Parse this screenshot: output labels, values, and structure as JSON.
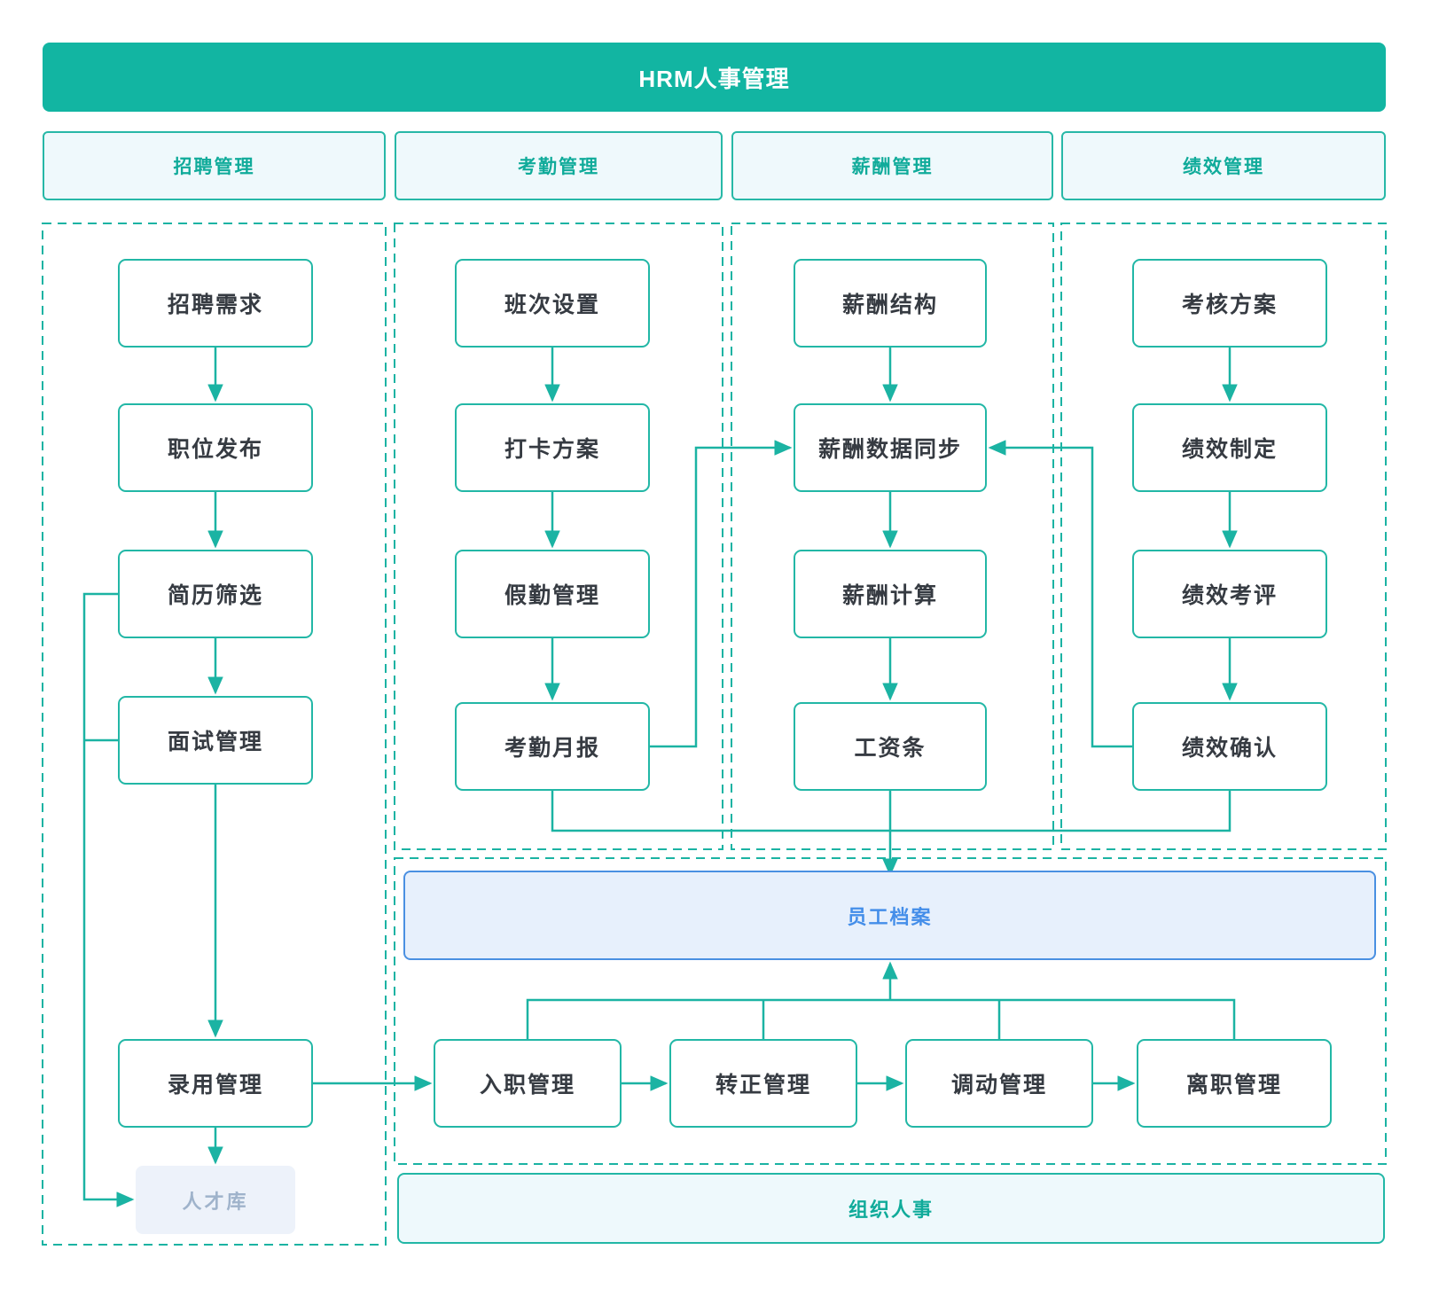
{
  "page_title": "HRM人事管理",
  "colors": {
    "teal_primary": "#12b5a2",
    "teal_line": "#1bb3a3",
    "node_border": "#22b7a6",
    "node_text": "#363b42",
    "section_text": "#10ab9a",
    "section_fill": "#eff9fc",
    "employee_file_border": "#4a90e2",
    "employee_file_fill": "#e7f0fc",
    "employee_file_text": "#448ee9",
    "talent_pool_fill": "#edf2fa",
    "talent_pool_text": "#9fb3cb"
  },
  "sections": [
    {
      "label": "招聘管理"
    },
    {
      "label": "考勤管理"
    },
    {
      "label": "薪酬管理"
    },
    {
      "label": "绩效管理"
    }
  ],
  "recruit": {
    "nodes": [
      "招聘需求",
      "职位发布",
      "简历筛选",
      "面试管理",
      "录用管理"
    ],
    "talent_pool": "人才库"
  },
  "attendance": {
    "nodes": [
      "班次设置",
      "打卡方案",
      "假勤管理",
      "考勤月报"
    ]
  },
  "salary": {
    "nodes": [
      "薪酬结构",
      "薪酬数据同步",
      "薪酬计算",
      "工资条"
    ]
  },
  "performance": {
    "nodes": [
      "考核方案",
      "绩效制定",
      "绩效考评",
      "绩效确认"
    ]
  },
  "employee_file": "员工档案",
  "lifecycle": [
    "入职管理",
    "转正管理",
    "调动管理",
    "离职管理"
  ],
  "org": "组织人事",
  "edges": [
    {
      "from": "招聘需求",
      "to": "职位发布"
    },
    {
      "from": "职位发布",
      "to": "简历筛选"
    },
    {
      "from": "简历筛选",
      "to": "面试管理"
    },
    {
      "from": "面试管理",
      "to": "录用管理"
    },
    {
      "from": "录用管理",
      "to": "人才库"
    },
    {
      "from": "简历筛选",
      "to": "人才库"
    },
    {
      "from": "面试管理",
      "to": "人才库"
    },
    {
      "from": "录用管理",
      "to": "入职管理"
    },
    {
      "from": "班次设置",
      "to": "打卡方案"
    },
    {
      "from": "打卡方案",
      "to": "假勤管理"
    },
    {
      "from": "假勤管理",
      "to": "考勤月报"
    },
    {
      "from": "考勤月报",
      "to": "薪酬数据同步"
    },
    {
      "from": "薪酬结构",
      "to": "薪酬数据同步"
    },
    {
      "from": "薪酬数据同步",
      "to": "薪酬计算"
    },
    {
      "from": "薪酬计算",
      "to": "工资条"
    },
    {
      "from": "工资条",
      "to": "员工档案"
    },
    {
      "from": "考核方案",
      "to": "绩效制定"
    },
    {
      "from": "绩效制定",
      "to": "绩效考评"
    },
    {
      "from": "绩效考评",
      "to": "绩效确认"
    },
    {
      "from": "绩效确认",
      "to": "薪酬数据同步"
    },
    {
      "from": "考勤月报",
      "to": "绩效确认"
    },
    {
      "from": "入职管理",
      "to": "转正管理"
    },
    {
      "from": "转正管理",
      "to": "调动管理"
    },
    {
      "from": "调动管理",
      "to": "离职管理"
    },
    {
      "from": "入职管理/转正管理/调动管理/离职管理",
      "to": "员工档案"
    }
  ]
}
